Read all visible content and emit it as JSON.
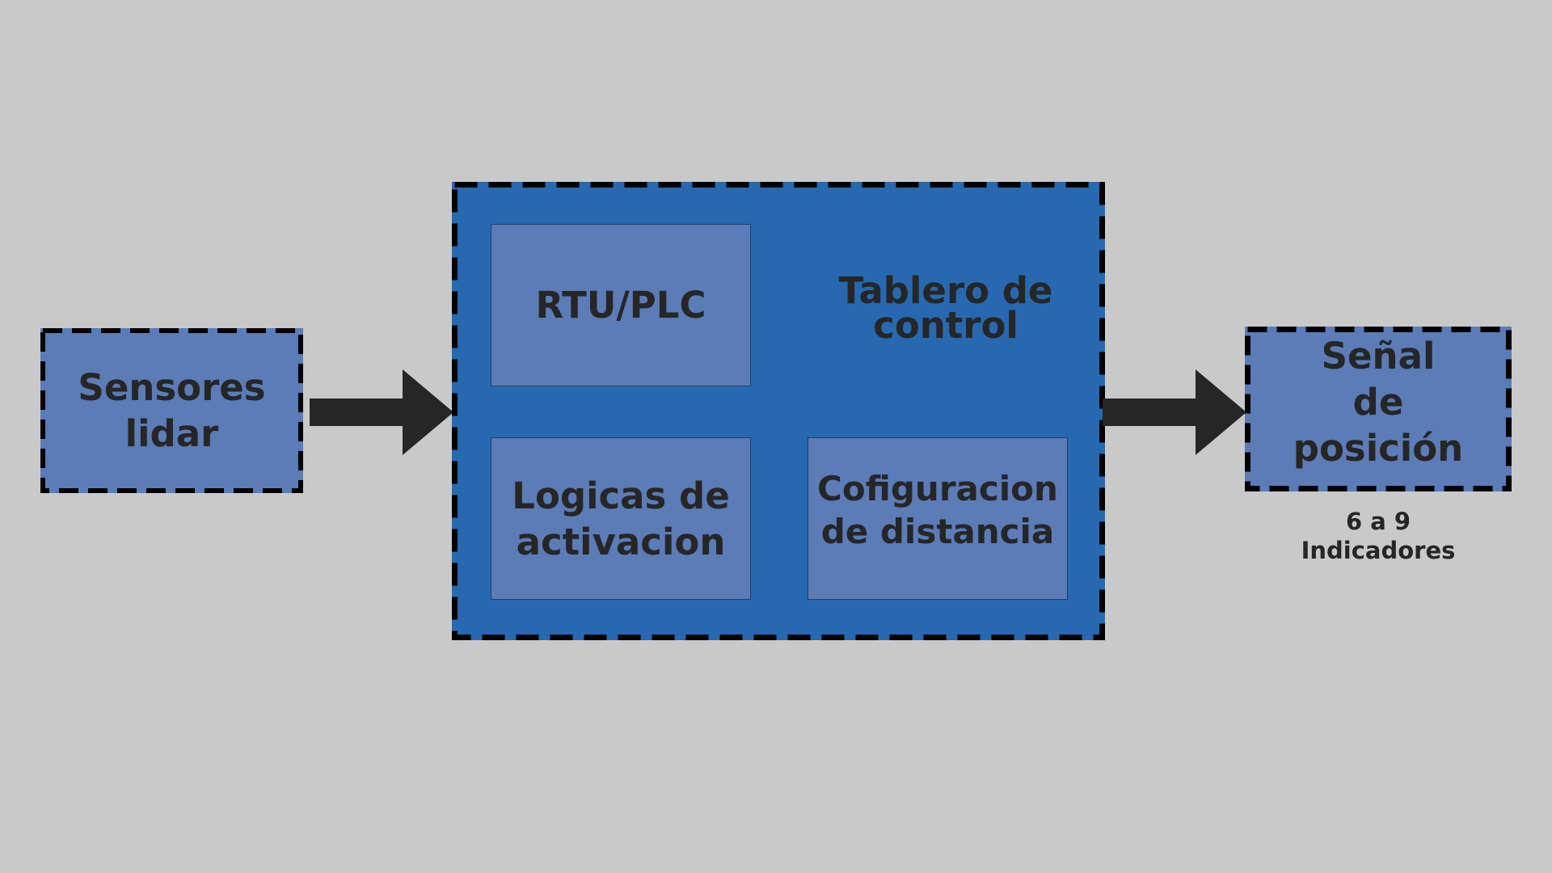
{
  "diagram": {
    "nodes": {
      "sensores": "Sensores\nlidar",
      "tablero": "Tablero de\ncontrol",
      "rtu": "RTU/PLC",
      "logicas": "Logicas de\nactivacion",
      "config": "Cofiguracion\nde distancia",
      "senal": "Señal\nde\nposición",
      "senal_note": "6 a 9\nIndicadores"
    },
    "edges": [
      {
        "from": "sensores",
        "to": "tablero"
      },
      {
        "from": "tablero",
        "to": "senal"
      }
    ],
    "colors": {
      "background": "#c9c9c9",
      "panel": "#2769b0",
      "box": "#5b7cb6",
      "text": "#262626",
      "arrow": "#262626",
      "dash": "#000000"
    }
  }
}
